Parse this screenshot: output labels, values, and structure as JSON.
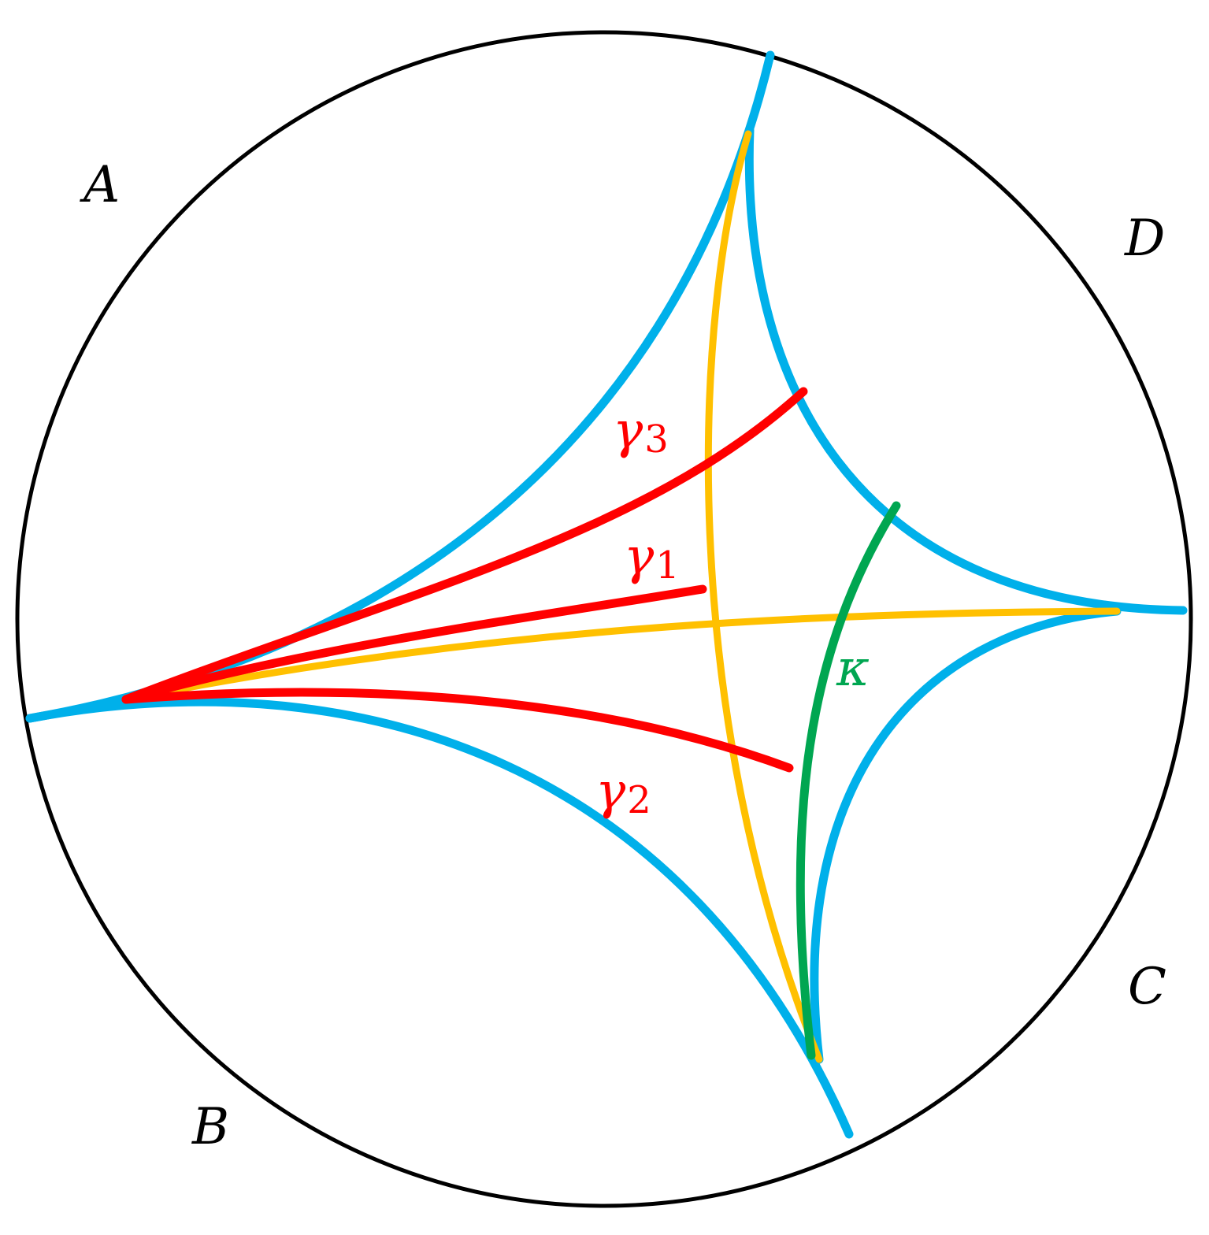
{
  "labels": {
    "A": "A",
    "B": "B",
    "C": "C",
    "D": "D",
    "gamma3": {
      "symbol": "γ",
      "sub": "3"
    },
    "gamma1": {
      "symbol": "γ",
      "sub": "1"
    },
    "gamma2": {
      "symbol": "γ",
      "sub": "2"
    },
    "kappa": "κ"
  },
  "colors": {
    "boundary": "#000000",
    "geodesic_blue": "#00b0ea",
    "curve_yellow": "#ffc000",
    "curve_red": "#ff0000",
    "curve_green": "#00a651",
    "text_black": "#000000",
    "text_red": "#ff0000",
    "text_green": "#00a651"
  }
}
